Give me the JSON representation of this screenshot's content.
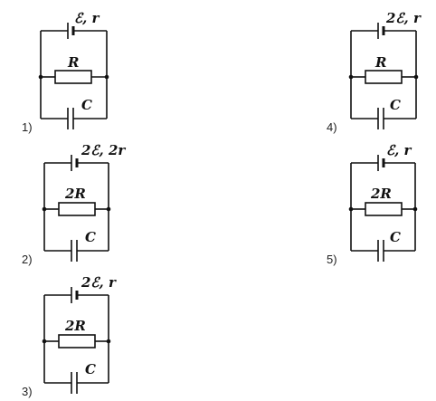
{
  "circuits": [
    {
      "number": "1)",
      "source": "ℰ, r",
      "resistor": "R",
      "capacitor": "C"
    },
    {
      "number": "2)",
      "source": "2ℰ, 2r",
      "resistor": "2R",
      "capacitor": "C"
    },
    {
      "number": "3)",
      "source": "2ℰ, r",
      "resistor": "2R",
      "capacitor": "C"
    },
    {
      "number": "4)",
      "source": "2ℰ, r",
      "resistor": "R",
      "capacitor": "C"
    },
    {
      "number": "5)",
      "source": "ℰ, r",
      "resistor": "2R",
      "capacitor": "C"
    }
  ]
}
